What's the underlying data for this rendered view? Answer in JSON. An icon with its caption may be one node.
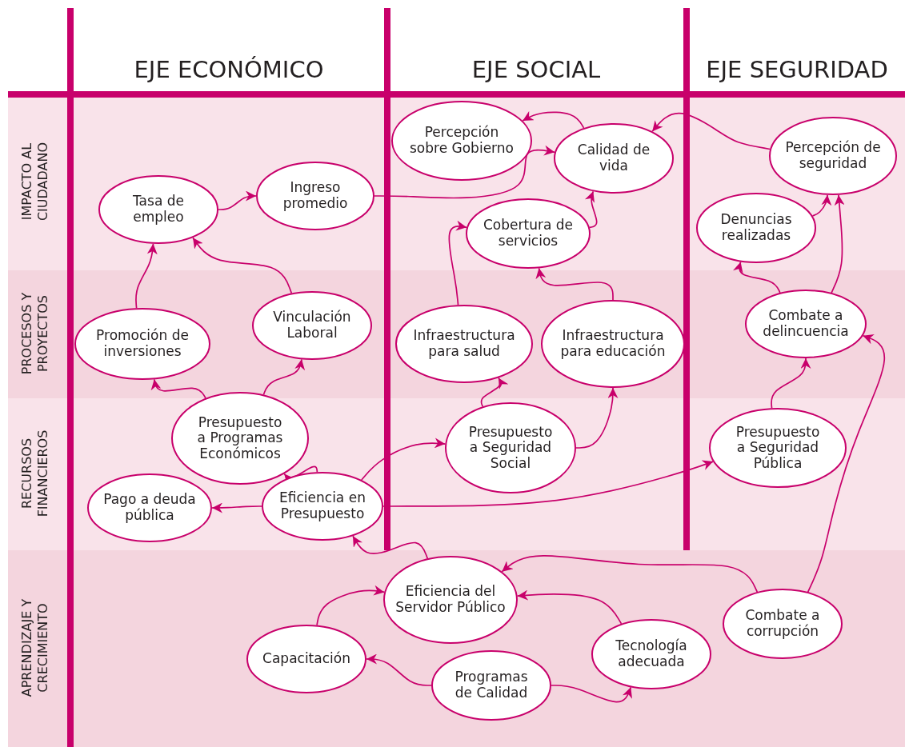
{
  "diagram": {
    "nodes": [
      {
        "text": [
          "Tasa de empleo"
        ]
      },
      {
        "text": [
          "Ingreso promedio"
        ]
      },
      {
        "text": [
          "Percepción sobre Gobierno"
        ]
      },
      {
        "text": [
          "Calidad de vida"
        ]
      },
      {
        "text": [
          "Percepción de seguridad"
        ]
      },
      {
        "text": [
          "Cobertura de servicios"
        ]
      },
      {
        "text": [
          "Denuncias realizadas"
        ]
      },
      {
        "text": [
          "Promoción de inversiones"
        ]
      },
      {
        "text": [
          "Vinculación Laboral"
        ]
      },
      {
        "text": [
          "Infraestructura para salud"
        ]
      },
      {
        "text": [
          "Infraestructura para educación"
        ]
      },
      {
        "text": [
          "Combate a delincuencia"
        ]
      },
      {
        "text": [
          "Presupuesto a Programas Económicos"
        ]
      },
      {
        "text": [
          "Presupuesto a Seguridad Social"
        ]
      },
      {
        "text": [
          "Presupuesto a Seguridad Pública"
        ]
      },
      {
        "text": [
          "Pago a deuda pública"
        ]
      },
      {
        "text": [
          "Eficiencia en Presupuesto"
        ]
      },
      {
        "text": [
          "Eficiencia del Servidor Público"
        ]
      },
      {
        "text": [
          "Combate a corrupción"
        ]
      },
      {
        "text": [
          "Tecnología adecuada"
        ]
      },
      {
        "text": [
          "Capacitación"
        ]
      },
      {
        "text": [
          "Programas de Calidad"
        ]
      }
    ],
    "edges": [
      {
        "from": 0,
        "to": 1,
        "arrow": "to"
      },
      {
        "from": 1,
        "to": 3,
        "arrow": "to"
      },
      {
        "from": 3,
        "to": 2,
        "arrow": "to"
      },
      {
        "from": 4,
        "to": 3,
        "arrow": "to"
      },
      {
        "from": 5,
        "to": 3,
        "arrow": "to"
      },
      {
        "from": 6,
        "to": 4,
        "arrow": "to"
      },
      {
        "from": 7,
        "to": 0,
        "arrow": "to"
      },
      {
        "from": 8,
        "to": 0,
        "arrow": "to"
      },
      {
        "from": 9,
        "to": 5,
        "arrow": "to"
      },
      {
        "from": 10,
        "to": 5,
        "arrow": "to"
      },
      {
        "from": 11,
        "to": 6,
        "arrow": "to"
      },
      {
        "from": 11,
        "to": 4,
        "arrow": "to"
      },
      {
        "from": 12,
        "to": 7,
        "arrow": "to"
      },
      {
        "from": 12,
        "to": 8,
        "arrow": "to"
      },
      {
        "from": 13,
        "to": 9,
        "arrow": "to"
      },
      {
        "from": 13,
        "to": 10,
        "arrow": "to"
      },
      {
        "from": 14,
        "to": 11,
        "arrow": "to"
      },
      {
        "from": 16,
        "to": 12,
        "arrow": "to"
      },
      {
        "from": 16,
        "to": 13,
        "arrow": "to"
      },
      {
        "from": 16,
        "to": 15,
        "arrow": "to"
      },
      {
        "from": 16,
        "to": 14,
        "arrow": "to"
      },
      {
        "from": 17,
        "to": 16,
        "arrow": "to"
      },
      {
        "from": 18,
        "to": 17,
        "arrow": "to"
      },
      {
        "from": 18,
        "to": 11,
        "arrow": "to"
      },
      {
        "from": 19,
        "to": 17,
        "arrow": "to"
      },
      {
        "from": 20,
        "to": 17,
        "arrow": "to"
      },
      {
        "from": 21,
        "to": 20,
        "arrow": "to"
      },
      {
        "from": 21,
        "to": 19,
        "arrow": "to"
      }
    ],
    "labels": [
      "EJE ECONÓMICO",
      "EJE SOCIAL",
      "EJE SEGURIDAD",
      "IMPACTO AL CIUDADANO",
      "PROCESOS Y PROYECTOS",
      "RECURSOS FINANCIEROS",
      "APRENDIZAJE Y CRECIMIENTO"
    ]
  }
}
